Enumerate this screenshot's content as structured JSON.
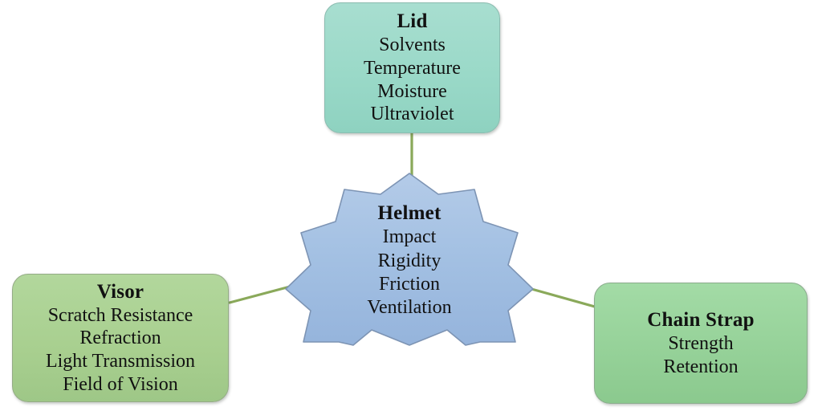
{
  "diagram": {
    "type": "hub-and-spoke concept map",
    "background_color": "#ffffff",
    "connector_color": "#8aa95a",
    "center": {
      "id": "helmet",
      "shape": "10-point-star",
      "fill_color": "#a3c0e2",
      "border_color": "#7d94b4",
      "title": "Helmet",
      "items": [
        "Impact",
        "Rigidity",
        "Friction",
        "Ventilation"
      ]
    },
    "nodes": [
      {
        "id": "lid",
        "shape": "rounded-rectangle",
        "fill_color": "#96d7c5",
        "border_color": "#8bbcb0",
        "title": "Lid",
        "items": [
          "Solvents",
          "Temperature",
          "Moisture",
          "Ultraviolet"
        ]
      },
      {
        "id": "visor",
        "shape": "rounded-rectangle",
        "fill_color": "#a8cf8f",
        "border_color": "#94ab86",
        "title": "Visor",
        "items": [
          "Scratch Resistance",
          "Refraction",
          "Light Transmission",
          "Field of Vision"
        ]
      },
      {
        "id": "chain_strap",
        "shape": "rounded-rectangle",
        "fill_color": "#96d199",
        "border_color": "#8aac8c",
        "title": "Chain Strap",
        "items": [
          "Strength",
          "Retention"
        ]
      }
    ],
    "connectors": [
      {
        "id": "lid-to-helmet",
        "from": "lid",
        "to": "helmet",
        "orientation": "vertical"
      },
      {
        "id": "visor-to-helmet",
        "from": "visor",
        "to": "helmet",
        "orientation": "diagonal-up-right"
      },
      {
        "id": "chain-to-helmet",
        "from": "chain_strap",
        "to": "helmet",
        "orientation": "diagonal-down-right"
      }
    ]
  }
}
